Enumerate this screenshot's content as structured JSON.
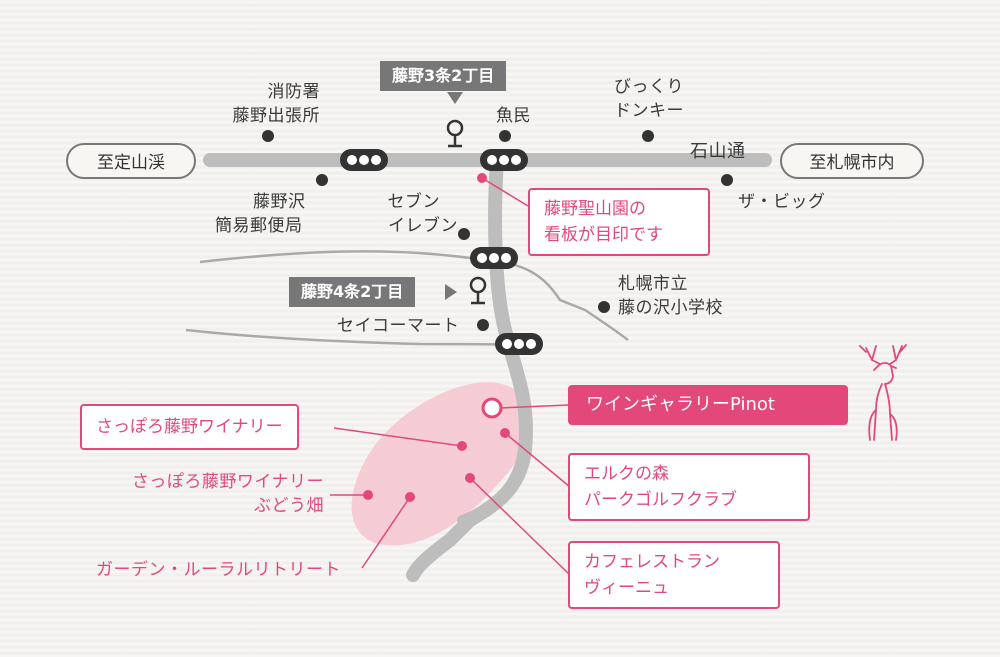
{
  "destinations": {
    "left": "至定山渓",
    "right": "至札幌市内"
  },
  "bus_stops": {
    "stop_3jo": "藤野3条2丁目",
    "stop_4jo": "藤野4条2丁目"
  },
  "landmarks": {
    "fire_station_1": "消防署",
    "fire_station_2": "藤野出張所",
    "post_office_1": "藤野沢",
    "post_office_2": "簡易郵便局",
    "uotami": "魚民",
    "donki_1": "びっくり",
    "donki_2": "ドンキー",
    "ishiyama": "石山通",
    "the_big": "ザ・ビッグ",
    "seven_1": "セブン",
    "seven_2": "イレブン",
    "school_1": "札幌市立",
    "school_2": "藤の沢小学校",
    "seicomart": "セイコーマート"
  },
  "signboard": {
    "line1": "藤野聖山園の",
    "line2": "看板が目印です"
  },
  "destination_highlight": "ワインギャラリーPinot",
  "spots": {
    "winery": "さっぽろ藤野ワイナリー",
    "vineyard_1": "さっぽろ藤野ワイナリー",
    "vineyard_2": "ぶどう畑",
    "garden": "ガーデン・ルーラルリトリート",
    "elk_1": "エルクの森",
    "elk_2": "パークゴルフクラブ",
    "cafe_1": "カフェレストラン",
    "cafe_2": "ヴィーニュ"
  },
  "colors": {
    "pink": "#e2497a",
    "road": "#bdbdbd",
    "dark": "#3a3a3a"
  }
}
